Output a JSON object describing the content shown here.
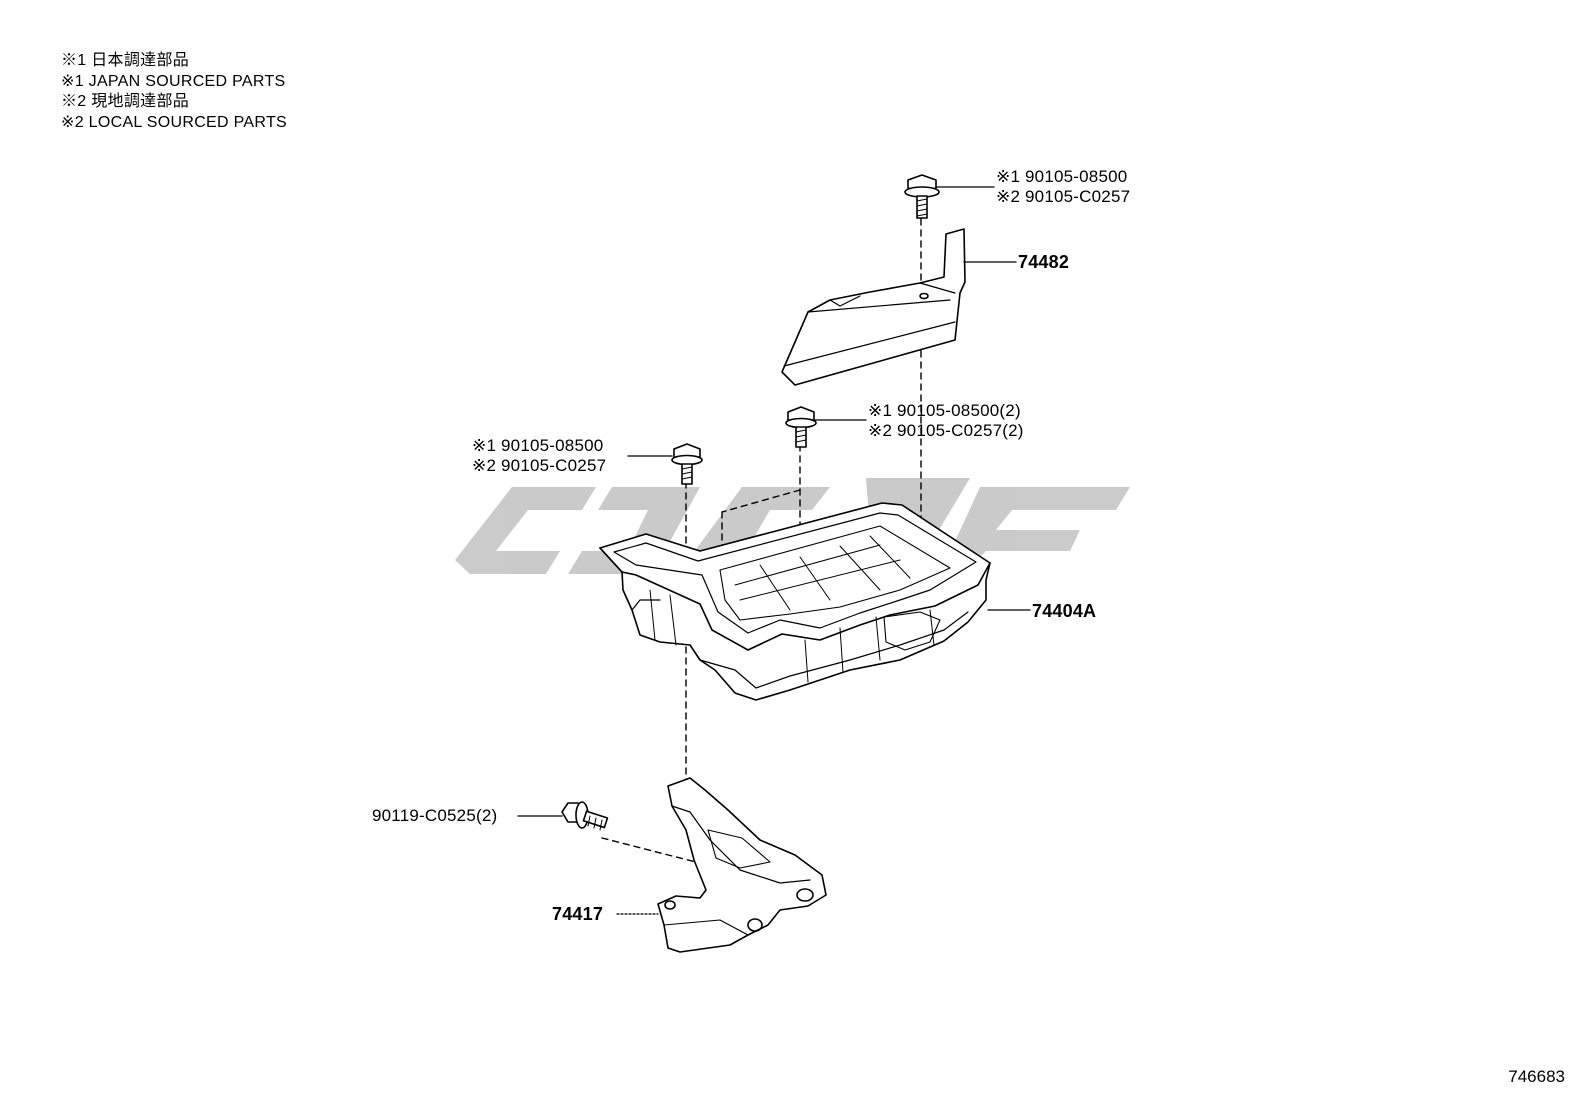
{
  "legend": [
    "※1 日本調達部品",
    "※1 JAPAN SOURCED PARTS",
    "※2 現地調達部品",
    "※2 LOCAL SOURCED PARTS"
  ],
  "callouts": {
    "bolt_top": {
      "line1": "※1 90105-08500",
      "line2": "※2 90105-C0257"
    },
    "cover": {
      "part": "74482"
    },
    "bolt_mid_right": {
      "line1": "※1 90105-08500(2)",
      "line2": "※2 90105-C0257(2)"
    },
    "bolt_mid_left": {
      "line1": "※1 90105-08500",
      "line2": "※2 90105-C0257"
    },
    "tray": {
      "part": "74404A"
    },
    "bolt_lower": {
      "part": "90119-C0525(2)"
    },
    "bracket": {
      "part": "74417"
    }
  },
  "figure_number": "746683",
  "colors": {
    "line": "#000000",
    "watermark": "#c8c8c8",
    "background": "#ffffff"
  }
}
